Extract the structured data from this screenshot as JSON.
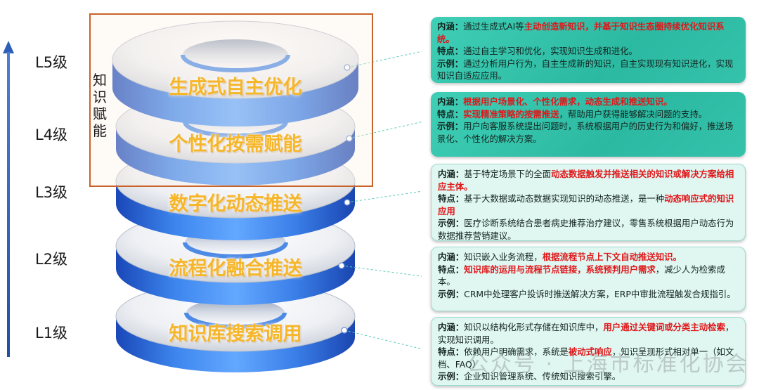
{
  "levels": [
    {
      "id": "L5",
      "label": "L5级",
      "disc": "生成式自主优化"
    },
    {
      "id": "L4",
      "label": "L4级",
      "disc": "个性化按需赋能"
    },
    {
      "id": "L3",
      "label": "L3级",
      "disc": "数字化动态推送"
    },
    {
      "id": "L2",
      "label": "L2级",
      "disc": "流程化融合推送"
    },
    {
      "id": "L1",
      "label": "L1级",
      "disc": "知识库搜索调用"
    }
  ],
  "empower_label": "知识赋能",
  "cards": {
    "L5": {
      "neihan_k": "内涵：",
      "neihan_a": "通过生成式AI等",
      "neihan_r": "主动创造新知识，并基于知识生态圈持续优化知识系统。",
      "tedian_k": "特点：",
      "tedian_a": "通过自主学习和优化，实现知识生成和进化。",
      "shili_k": "示例：",
      "shili_a": "通过分析用户行为，自主生成新的知识，自主实现现有知识进化，实现知识自适应应用。"
    },
    "L4": {
      "neihan_k": "内涵：",
      "neihan_r": "根据用户场景化、个性化需求，动态生成和推送知识。",
      "tedian_k": "特点：",
      "tedian_r": "实现精准策略的按需推送",
      "tedian_a": "，帮助用户获得能够解决问题的支持。",
      "shili_k": "示例：",
      "shili_a": "用户向客服系统提出问题时，系统根据用户的历史行为和偏好，推送场景化、个性化的解决方案。"
    },
    "L3": {
      "neihan_k": "内涵：",
      "neihan_a": "基于特定场景下的全面",
      "neihan_r": "动态数据触发并推送相关的知识或解决方案给相应主体。",
      "tedian_k": "特点：",
      "tedian_a": "基于大数据或动态数据实现知识的动态推送，是一种",
      "tedian_r": "动态响应式的知识应用",
      "shili_k": "示例：",
      "shili_a": "医疗诊断系统结合患者病史推荐治疗建议，零售系统根据用户动态行为数据推荐营销建议。"
    },
    "L2": {
      "neihan_k": "内涵：",
      "neihan_a": "知识嵌入业务流程，",
      "neihan_r": "根据流程节点上下文自动推送知识。",
      "tedian_k": "特点：",
      "tedian_r": "知识库的运用与流程节点链接，系统预判用户需求",
      "tedian_a": "，减少人为检索成本。",
      "shili_k": "示例：",
      "shili_a": "CRM中处理客户投诉时推送解决方案，ERP中审批流程触发合规指引。"
    },
    "L1": {
      "neihan_k": "内涵：",
      "neihan_a": "知识以结构化形式存储在知识库中，",
      "neihan_r": "用户通过关键词或分类主动检索",
      "neihan_b": "，实现知识调用。",
      "tedian_k": "特点：",
      "tedian_a": "依赖用户明确需求，系统是",
      "tedian_r": "被动式响应",
      "tedian_b": "，知识呈现形式相对单一（如文档、FAQ）",
      "shili_k": "示例：",
      "shili_a": "企业知识管理系统、传统知识搜索引擎。"
    }
  },
  "watermark": "公众号 · 上海市标准化协会",
  "colors": {
    "disc_blue": "#2f6fe0",
    "card_dark": "#2fbfa7",
    "card_light": "#dff6f1",
    "accent_red": "#e0171a",
    "box_orange": "#c8632a",
    "title_gold": "#f6b62a"
  }
}
